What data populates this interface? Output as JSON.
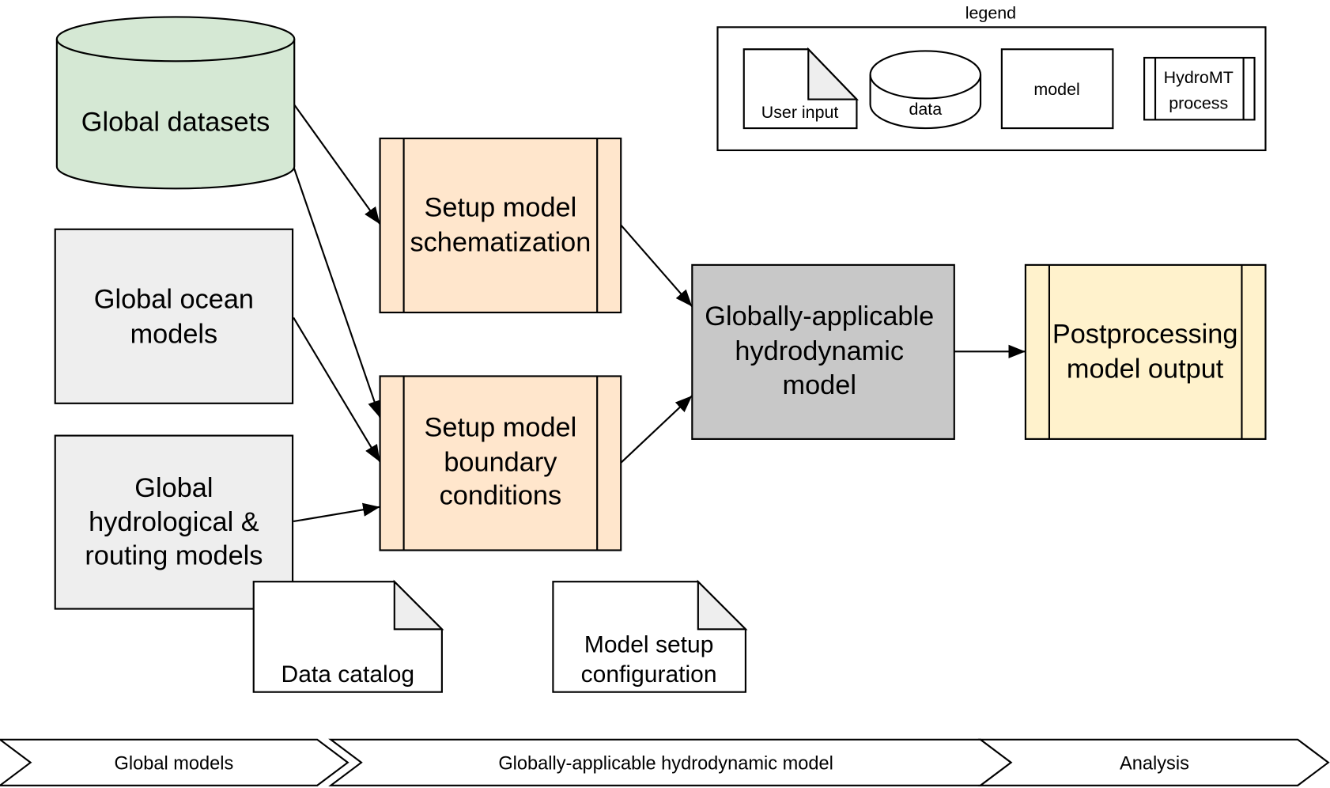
{
  "colors": {
    "datasets_fill": "#d5e8d4",
    "global_model_fill": "#eeeeee",
    "process_fill": "#ffe6cc",
    "main_model_fill": "#c8c8c8",
    "postprocess_fill": "#fff2cc",
    "document_fold_fill": "#eeeeee",
    "stroke": "#000000"
  },
  "nodes": {
    "global_datasets": {
      "type": "data",
      "label": "Global datasets"
    },
    "global_ocean": {
      "type": "model",
      "lines": [
        "Global ocean",
        "models"
      ]
    },
    "global_hydro": {
      "type": "model",
      "lines": [
        "Global",
        "hydrological &",
        "routing models"
      ]
    },
    "setup_schematization": {
      "type": "HydroMT process",
      "lines": [
        "Setup model",
        "schematization"
      ]
    },
    "setup_boundary": {
      "type": "HydroMT process",
      "lines": [
        "Setup model",
        "boundary",
        "conditions"
      ]
    },
    "hydrodynamic_model": {
      "type": "model",
      "lines": [
        "Globally-applicable",
        "hydrodynamic",
        "model"
      ]
    },
    "postprocessing": {
      "type": "HydroMT process",
      "lines": [
        "Postprocessing",
        "model output"
      ]
    },
    "data_catalog": {
      "type": "User input",
      "label": "Data catalog"
    },
    "model_setup_config": {
      "type": "User input",
      "lines": [
        "Model setup",
        "configuration"
      ]
    }
  },
  "edges": [
    {
      "from": "global_datasets",
      "to": "setup_schematization"
    },
    {
      "from": "global_datasets",
      "to": "setup_boundary"
    },
    {
      "from": "global_ocean",
      "to": "setup_boundary"
    },
    {
      "from": "global_hydro",
      "to": "setup_boundary"
    },
    {
      "from": "setup_schematization",
      "to": "hydrodynamic_model"
    },
    {
      "from": "setup_boundary",
      "to": "hydrodynamic_model"
    },
    {
      "from": "hydrodynamic_model",
      "to": "postprocessing"
    }
  ],
  "legend": {
    "title": "legend",
    "items": [
      {
        "shape": "document",
        "label": "User input"
      },
      {
        "shape": "cylinder",
        "label": "data"
      },
      {
        "shape": "rectangle",
        "label": "model"
      },
      {
        "shape": "process",
        "lines": [
          "HydroMT",
          "process"
        ]
      }
    ]
  },
  "phases": [
    {
      "label": "Global models"
    },
    {
      "label": "Globally-applicable hydrodynamic model"
    },
    {
      "label": "Analysis"
    }
  ]
}
